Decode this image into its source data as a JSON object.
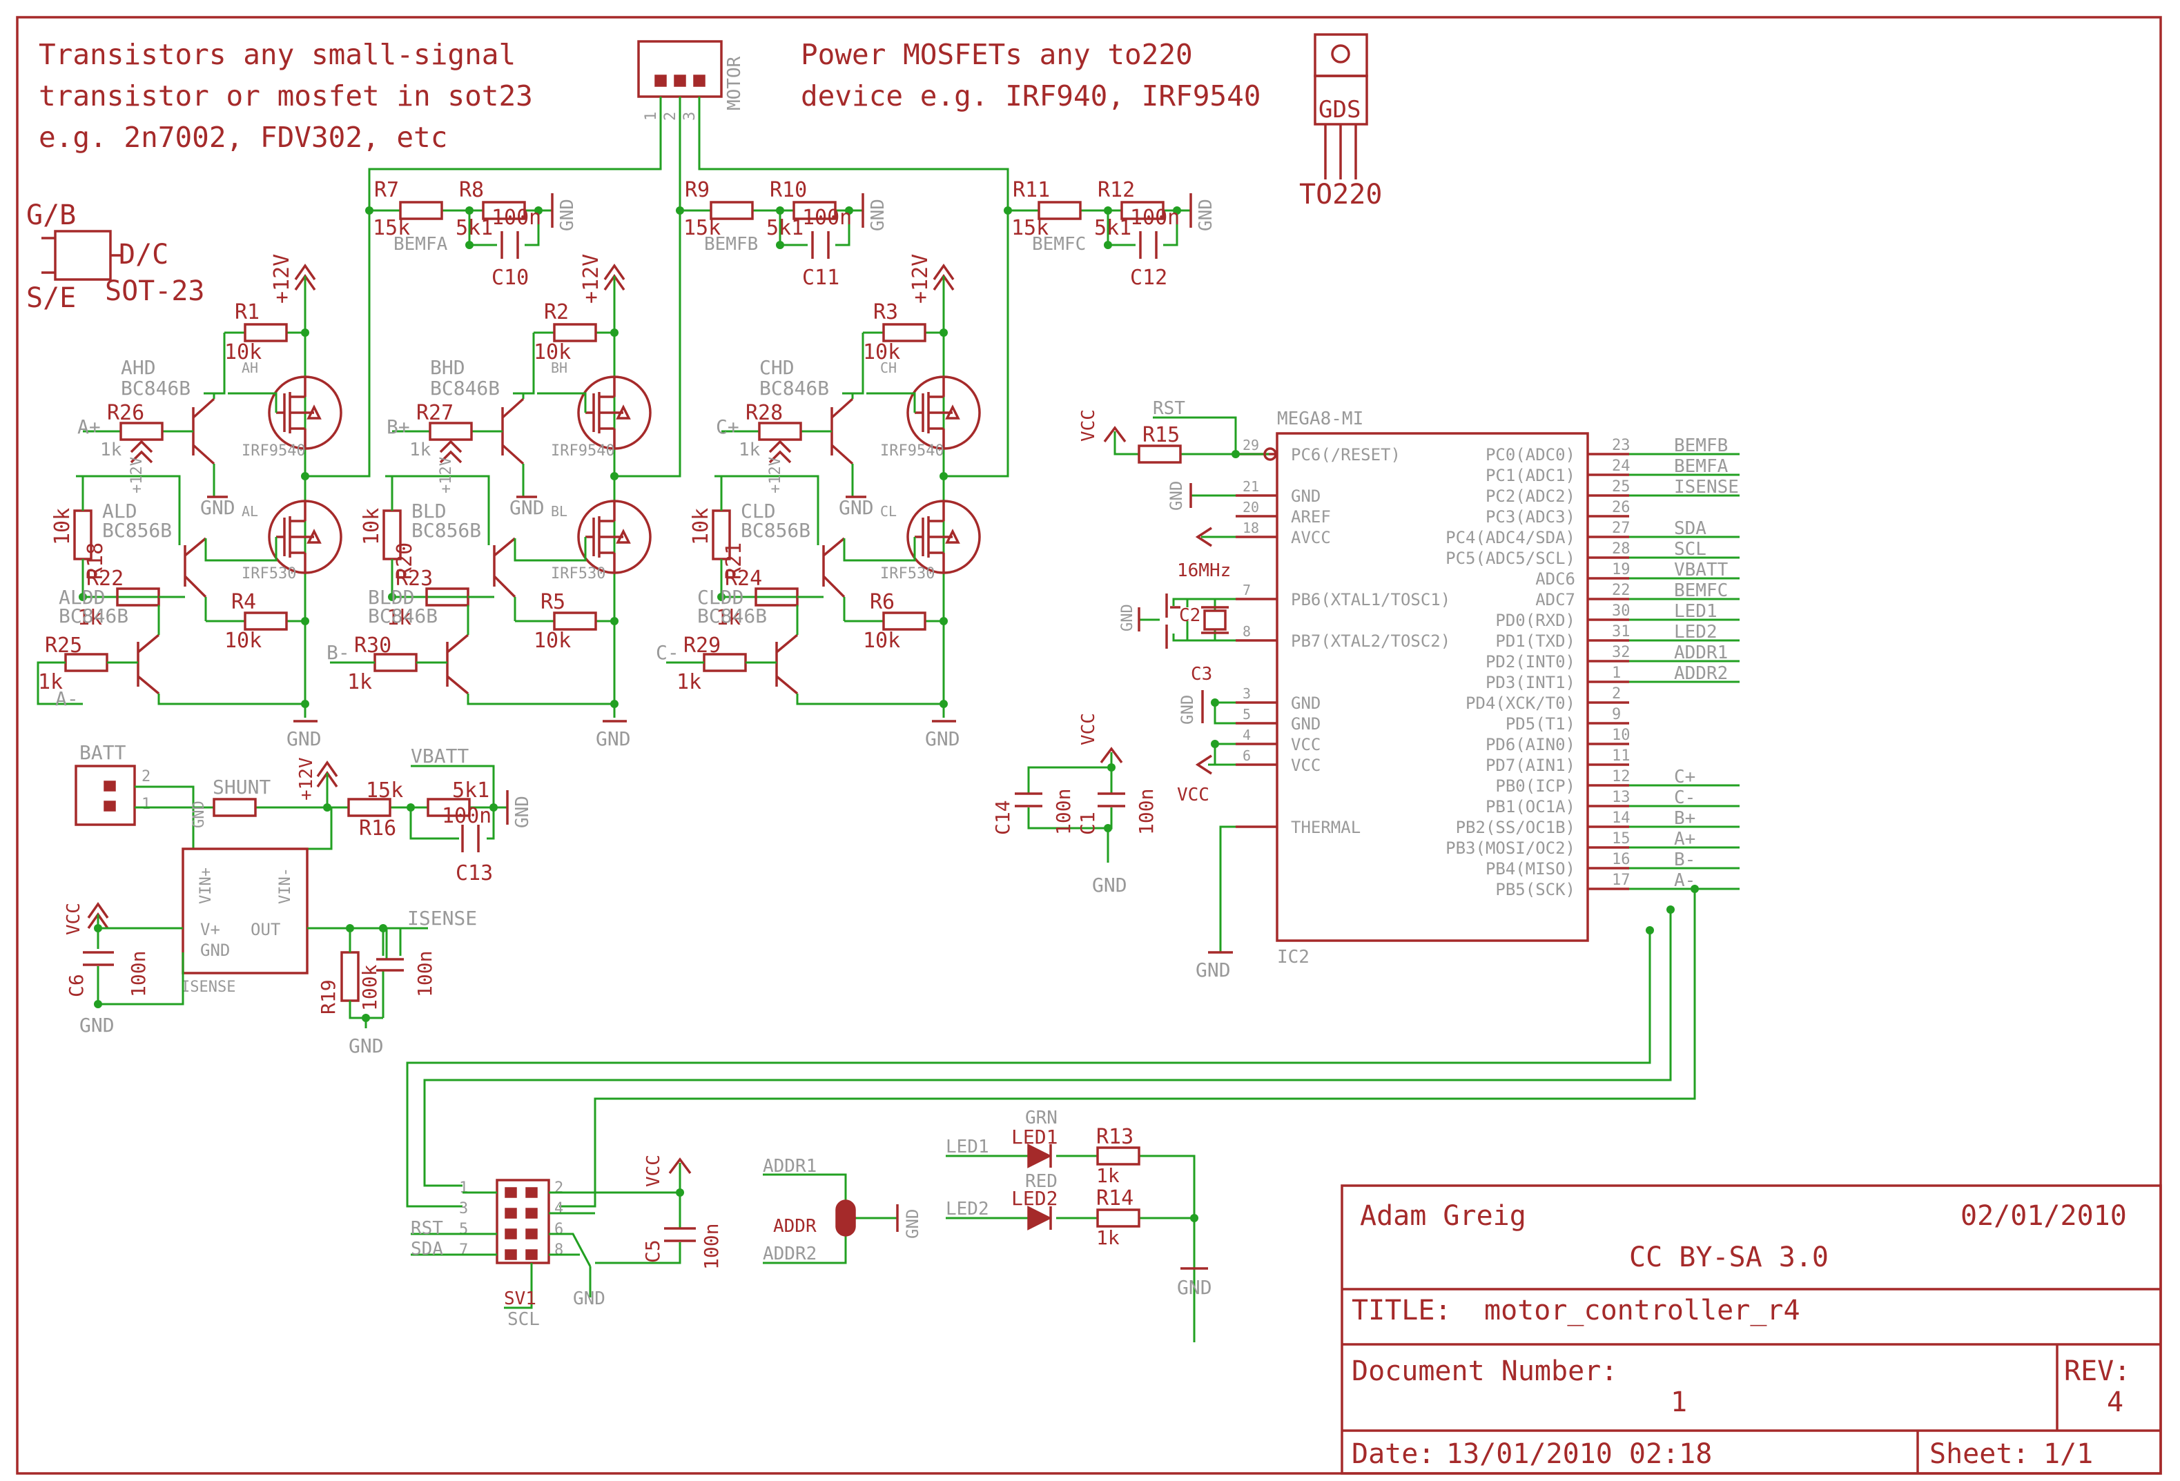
{
  "notes": {
    "transistors": [
      "Transistors any small-signal",
      "transistor or mosfet in sot23",
      "e.g.  2n7002, FDV302, etc"
    ],
    "mosfets": [
      "Power MOSFETs any to220",
      "device e.g. IRF940, IRF9540"
    ],
    "sot23_pins": {
      "gb": "G/B",
      "dc": "D/C",
      "se": "S/E",
      "name": "SOT-23"
    },
    "to220": {
      "pins": "GDS",
      "name": "TO220"
    }
  },
  "motor": {
    "name": "MOTOR",
    "pins": [
      "1",
      "2",
      "3"
    ]
  },
  "bemf": [
    {
      "r1": "R7",
      "r1v": "15k",
      "r2": "R8",
      "r2v": "5k1",
      "c": "C10",
      "cv": "100n",
      "net": "BEMFA",
      "gnd": "GND"
    },
    {
      "r1": "R9",
      "r1v": "15k",
      "r2": "R10",
      "r2v": "5k1",
      "c": "C11",
      "cv": "100n",
      "net": "BEMFB",
      "gnd": "GND"
    },
    {
      "r1": "R11",
      "r1v": "15k",
      "r2": "R12",
      "r2v": "5k1",
      "c": "C12",
      "cv": "100n",
      "net": "BEMFC",
      "gnd": "GND"
    }
  ],
  "phases": [
    {
      "supply": "+12V",
      "rh": "R1",
      "rhv": "10k",
      "hd": "AHD",
      "hdt": "BC846B",
      "hn": "AH",
      "hp": "A+",
      "rb": "R26",
      "rbv": "1k",
      "pul": "+12V",
      "pmos": "IRF9540",
      "gndn": "GND",
      "lnet": "AL",
      "rpd": "R18",
      "rpdv": "10k",
      "ld": "ALD",
      "ldt": "BC856B",
      "nmos": "IRF530",
      "rl": "R22",
      "rlv": "1k",
      "r4": "R4",
      "r4v": "10k",
      "ldd": "ALDD",
      "lddt": "BC846B",
      "rin": "R25",
      "rinv": "1k",
      "inp": "A-",
      "gnd": "GND"
    },
    {
      "supply": "+12V",
      "rh": "R2",
      "rhv": "10k",
      "hd": "BHD",
      "hdt": "BC846B",
      "hn": "BH",
      "hp": "B+",
      "rb": "R27",
      "rbv": "1k",
      "pul": "+12V",
      "pmos": "IRF9540",
      "gndn": "GND",
      "lnet": "BL",
      "rpd": "R20",
      "rpdv": "10k",
      "ld": "BLD",
      "ldt": "BC856B",
      "nmos": "IRF530",
      "rl": "R23",
      "rlv": "1k",
      "r4": "R5",
      "r4v": "10k",
      "ldd": "BLDD",
      "lddt": "BC846B",
      "rin": "R30",
      "rinv": "1k",
      "inp": "B-",
      "gnd": "GND"
    },
    {
      "supply": "+12V",
      "rh": "R3",
      "rhv": "10k",
      "hd": "CHD",
      "hdt": "BC846B",
      "hn": "CH",
      "hp": "C+",
      "rb": "R28",
      "rbv": "1k",
      "pul": "+12V",
      "pmos": "IRF9540",
      "gndn": "GND",
      "lnet": "CL",
      "rpd": "R21",
      "rpdv": "10k",
      "ld": "CLD",
      "ldt": "BC856B",
      "nmos": "IRF530",
      "rl": "R24",
      "rlv": "1k",
      "r4": "R6",
      "r4v": "10k",
      "ldd": "CLDD",
      "lddt": "BC846B",
      "rin": "R29",
      "rinv": "1k",
      "inp": "C-",
      "gnd": "GND"
    }
  ],
  "power": {
    "batt": "BATT",
    "batt_pins": [
      "2",
      "1"
    ],
    "shunt": "SHUNT",
    "gnd": "GND",
    "v12": "+12V",
    "r16": "R16",
    "r16v": "15k",
    "r17v": "5k1",
    "vbatt": "VBATT",
    "c13": "C13",
    "c13v": "100n",
    "gnd2": "GND",
    "isense_chip": "ISENSE",
    "vin_p": "VIN+",
    "vin_m": "VIN-",
    "vplus": "V+",
    "chip_gnd": "GND",
    "out": "OUT",
    "vcc": "VCC",
    "c6": "C6",
    "c6v": "100n",
    "gnd3": "GND",
    "r19": "R19",
    "r19v": "100k",
    "cis_v": "100n",
    "isense_net": "ISENSE",
    "gnd4": "GND"
  },
  "mcu": {
    "name": "MEGA8-MI",
    "ref": "IC2",
    "rst": "RST",
    "r15": "R15",
    "vcc": "VCC",
    "gnd": "GND",
    "xtal": "16MHz",
    "c2": "C2",
    "c3": "C3",
    "c14": "C14",
    "c14v": "100n",
    "c1": "C1",
    "c1v": "100n",
    "vcc2": "VCC",
    "vcc3": "VCC",
    "gnd_c": "GND",
    "gnd_t": "GND",
    "left": [
      {
        "num": "29",
        "name": "PC6(/RESET)"
      },
      {
        "num": "21",
        "name": "GND"
      },
      {
        "num": "20",
        "name": "AREF"
      },
      {
        "num": "18",
        "name": "AVCC"
      },
      {
        "num": "7",
        "name": "PB6(XTAL1/TOSC1)"
      },
      {
        "num": "8",
        "name": "PB7(XTAL2/TOSC2)"
      },
      {
        "num": "3",
        "name": "GND"
      },
      {
        "num": "5",
        "name": "GND"
      },
      {
        "num": "4",
        "name": "VCC"
      },
      {
        "num": "6",
        "name": "VCC"
      },
      {
        "num": "",
        "name": "THERMAL"
      }
    ],
    "right": [
      {
        "num": "23",
        "name": "PC0(ADC0)",
        "net": "BEMFB"
      },
      {
        "num": "24",
        "name": "PC1(ADC1)",
        "net": "BEMFA"
      },
      {
        "num": "25",
        "name": "PC2(ADC2)",
        "net": "ISENSE"
      },
      {
        "num": "26",
        "name": "PC3(ADC3)",
        "net": ""
      },
      {
        "num": "27",
        "name": "PC4(ADC4/SDA)",
        "net": "SDA"
      },
      {
        "num": "28",
        "name": "PC5(ADC5/SCL)",
        "net": "SCL"
      },
      {
        "num": "19",
        "name": "ADC6",
        "net": "VBATT"
      },
      {
        "num": "22",
        "name": "ADC7",
        "net": "BEMFC"
      },
      {
        "num": "30",
        "name": "PD0(RXD)",
        "net": "LED1"
      },
      {
        "num": "31",
        "name": "PD1(TXD)",
        "net": "LED2"
      },
      {
        "num": "32",
        "name": "PD2(INT0)",
        "net": "ADDR1"
      },
      {
        "num": "1",
        "name": "PD3(INT1)",
        "net": "ADDR2"
      },
      {
        "num": "2",
        "name": "PD4(XCK/T0)",
        "net": ""
      },
      {
        "num": "9",
        "name": "PD5(T1)",
        "net": ""
      },
      {
        "num": "10",
        "name": "PD6(AIN0)",
        "net": ""
      },
      {
        "num": "11",
        "name": "PD7(AIN1)",
        "net": ""
      },
      {
        "num": "12",
        "name": "PB0(ICP)",
        "net": "C+"
      },
      {
        "num": "13",
        "name": "PB1(OC1A)",
        "net": "C-"
      },
      {
        "num": "14",
        "name": "PB2(SS/OC1B)",
        "net": "B+"
      },
      {
        "num": "15",
        "name": "PB3(MOSI/OC2)",
        "net": "A+"
      },
      {
        "num": "16",
        "name": "PB4(MISO)",
        "net": "B-"
      },
      {
        "num": "17",
        "name": "PB5(SCK)",
        "net": "A-"
      }
    ]
  },
  "isp": {
    "ref": "SV1",
    "pins": [
      "1",
      "2",
      "3",
      "4",
      "5",
      "6",
      "7",
      "8"
    ],
    "rst": "RST",
    "sda": "SDA",
    "scl": "SCL",
    "gnd": "GND",
    "c5": "C5",
    "c5v": "100n",
    "vcc": "VCC"
  },
  "addr": {
    "a1": "ADDR1",
    "a": "ADDR",
    "a2": "ADDR2",
    "gnd": "GND"
  },
  "leds": {
    "grn": "GRN",
    "led1": "LED1",
    "r13": "R13",
    "r13v": "1k",
    "net1": "LED1",
    "red": "RED",
    "led2": "LED2",
    "r14": "R14",
    "r14v": "1k",
    "net2": "LED2",
    "gnd": "GND"
  },
  "title_block": {
    "author": "Adam Greig",
    "date": "02/01/2010",
    "license": "CC BY-SA 3.0",
    "title_label": "TITLE:",
    "title": "motor_controller_r4",
    "docnum_label": "Document Number:",
    "docnum": "1",
    "rev_label": "REV:",
    "rev": "4",
    "date_label": "Date:",
    "date_value": "13/01/2010 02:18",
    "sheet_label": "Sheet:",
    "sheet_value": "1/1"
  },
  "colors": {
    "wire": "#22a022",
    "part": "#a52a2a",
    "text": "#999999"
  }
}
